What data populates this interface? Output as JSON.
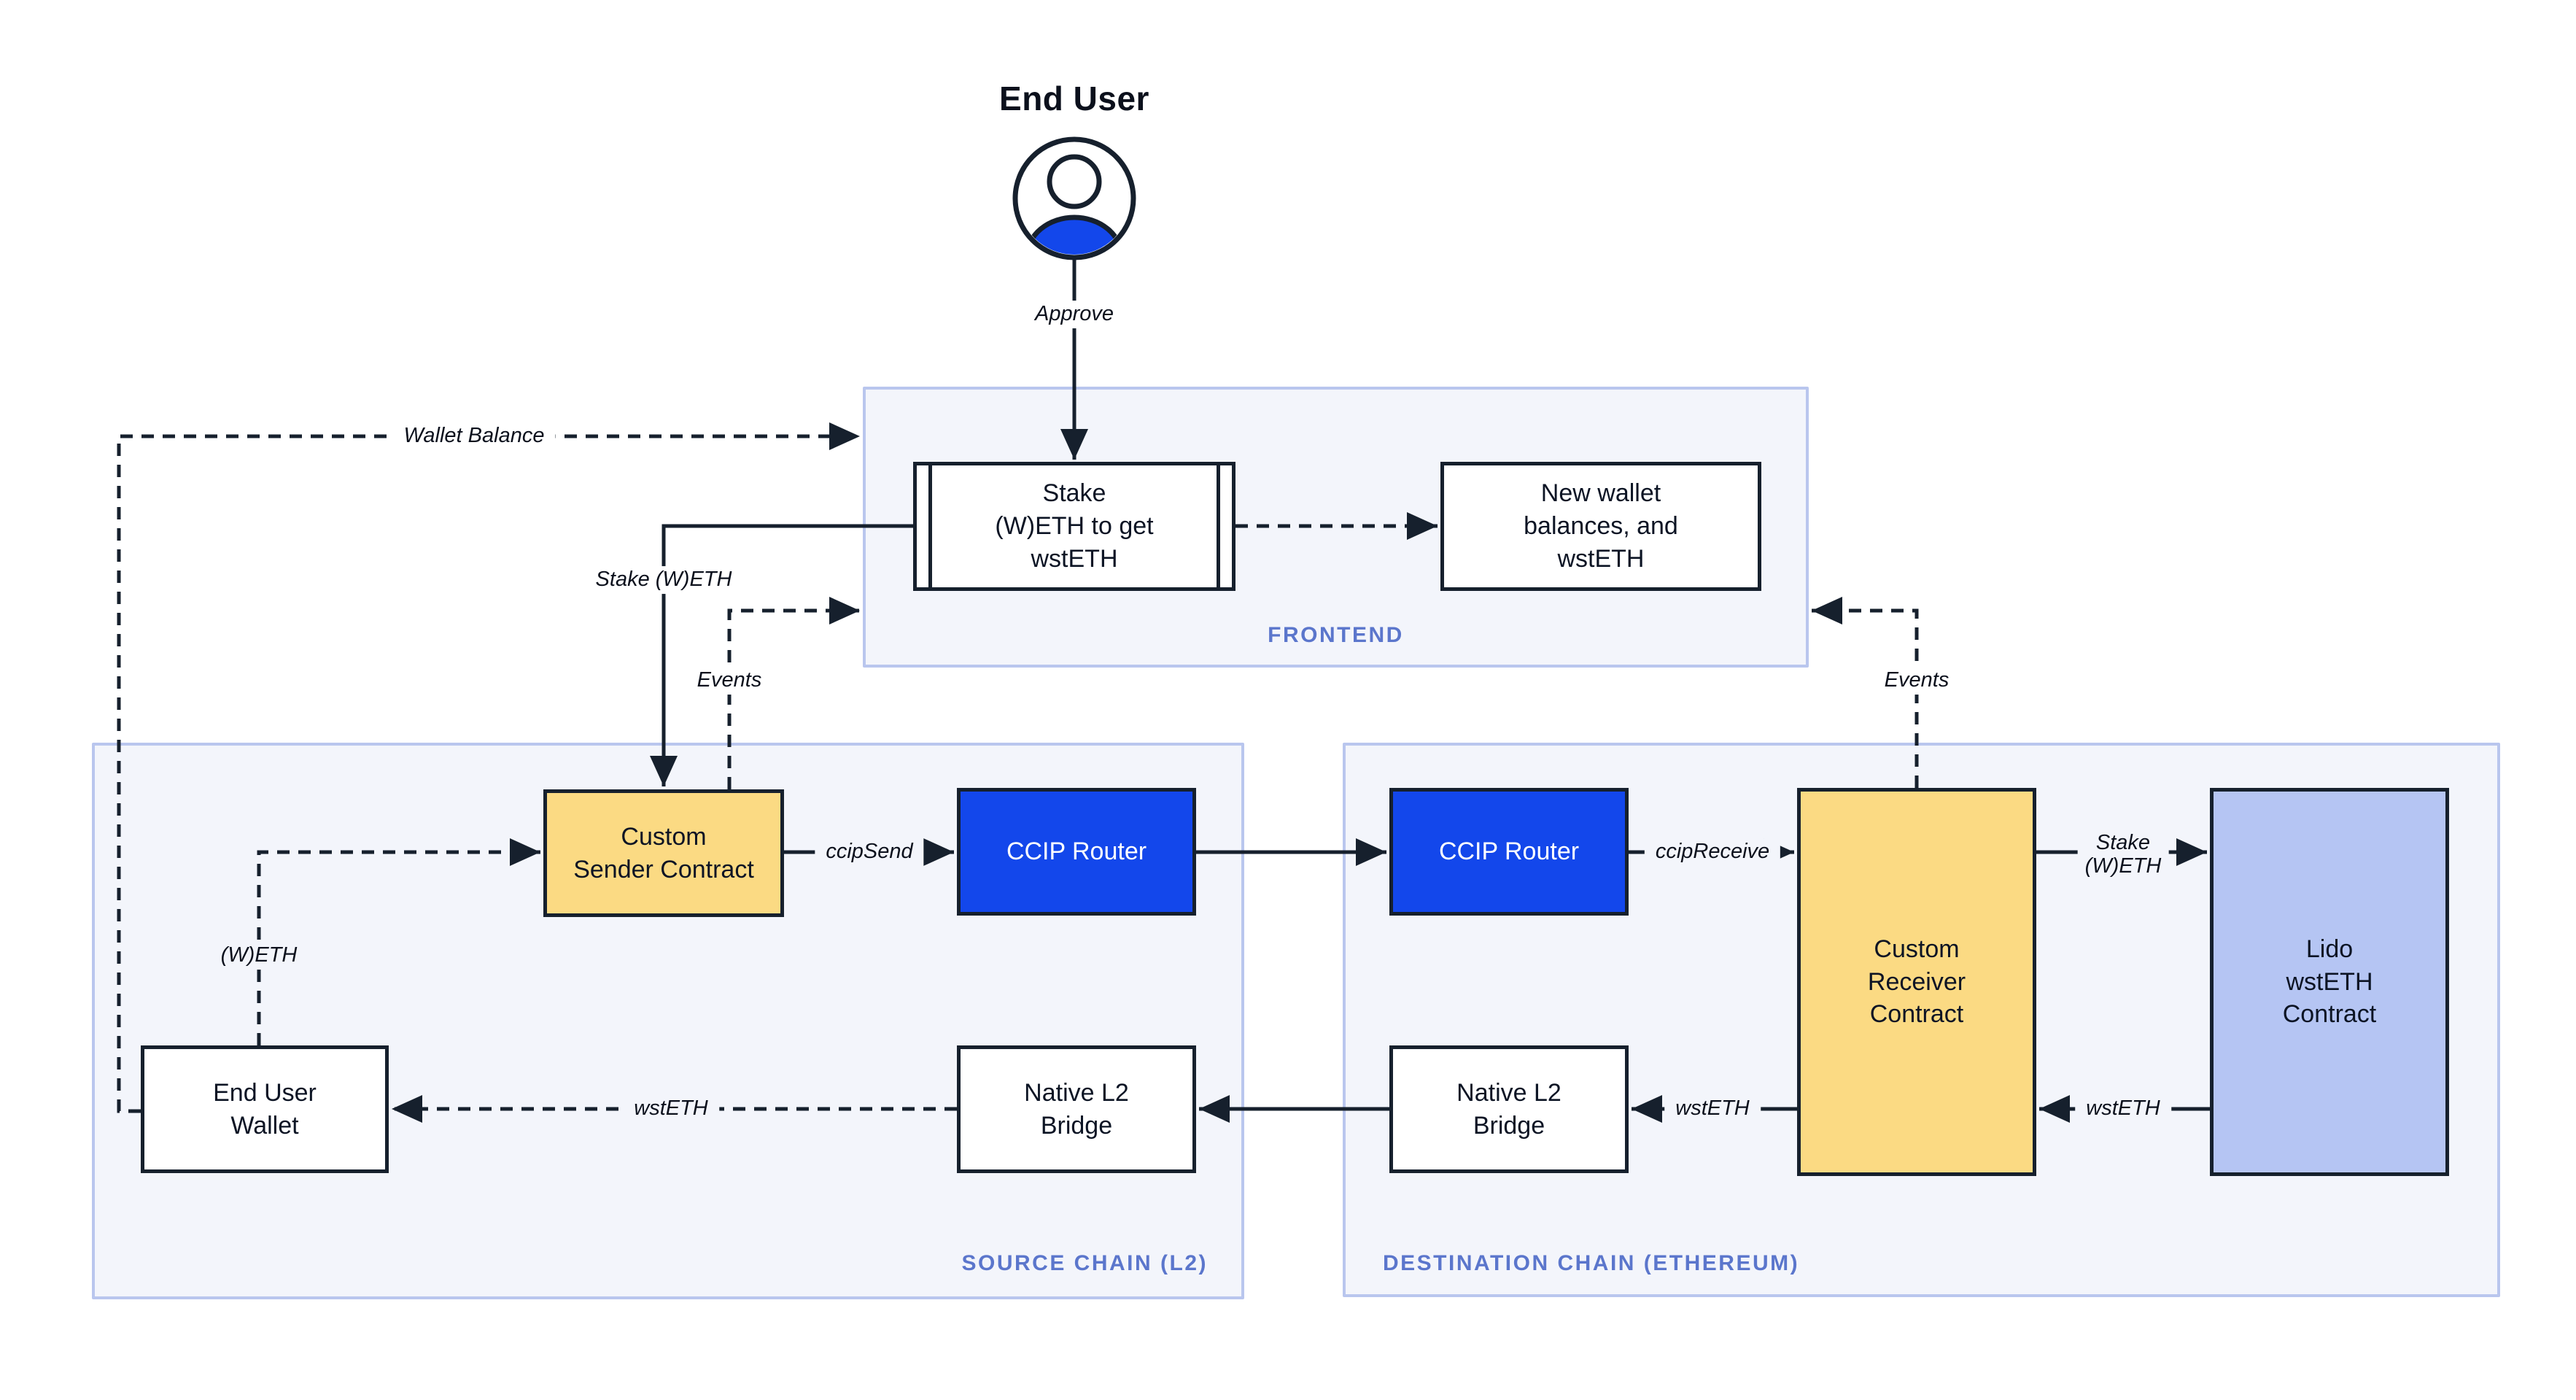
{
  "actor": {
    "name": "End User",
    "icon": "user-icon"
  },
  "sections": {
    "frontend": {
      "label": "FRONTEND"
    },
    "source": {
      "label": "SOURCE CHAIN (L2)"
    },
    "destination": {
      "label": "DESTINATION CHAIN (ETHEREUM)"
    }
  },
  "nodes": {
    "stake_ui": {
      "label": "Stake\n(W)ETH to get\nwstETH",
      "type": "subprocess"
    },
    "new_wallet": {
      "label": "New wallet\nbalances, and\nwstETH"
    },
    "sender": {
      "label": "Custom\nSender Contract",
      "fill": "#fbda83"
    },
    "router_source": {
      "label": "CCIP Router",
      "fill": "#1347eb"
    },
    "router_destination": {
      "label": "CCIP Router",
      "fill": "#1347eb"
    },
    "receiver": {
      "label": "Custom\nReceiver\nContract",
      "fill": "#fbda83"
    },
    "lido": {
      "label": "Lido\nwstETH\nContract",
      "fill": "#b5c5f3"
    },
    "wallet": {
      "label": "End User\nWallet"
    },
    "bridge_source": {
      "label": "Native L2\nBridge"
    },
    "bridge_destination": {
      "label": "Native L2\nBridge"
    }
  },
  "edge_labels": {
    "approve": "Approve",
    "wallet_balance": "Wallet Balance",
    "stake_weth": "Stake (W)ETH",
    "events_left": "Events",
    "events_right": "Events",
    "ccip_send": "ccipSend",
    "ccip_receive": "ccipReceive",
    "stake_weth_right": "Stake\n(W)ETH",
    "weth": "(W)ETH",
    "wsteth_to_wallet": "wstETH",
    "wsteth_to_bridge": "wstETH",
    "wsteth_from_lido": "wstETH"
  },
  "colors": {
    "line": "#16202d",
    "accent_blue": "#1347eb",
    "node_yellow": "#fbda83",
    "node_periwinkle": "#b5c5f3",
    "section_fill": "#f3f5fb",
    "section_border": "#b9c6ee",
    "section_label": "#5b76cc"
  }
}
